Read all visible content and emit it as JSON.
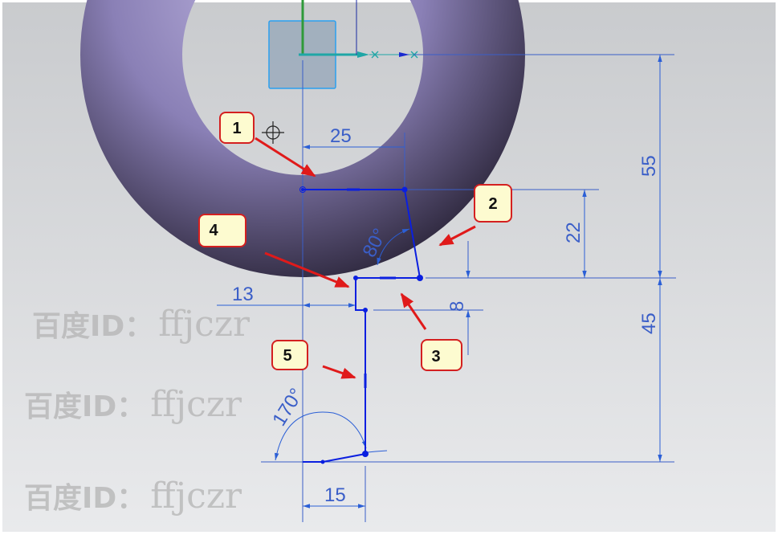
{
  "dimensions": {
    "d25": "25",
    "d55": "55",
    "d22": "22",
    "d8": "8",
    "d13": "13",
    "d45": "45",
    "d15": "15",
    "a80": "80°",
    "a170": "170°"
  },
  "callouts": [
    "1",
    "2",
    "3",
    "4",
    "5"
  ],
  "watermark": {
    "prefix": "百度ID：",
    "id": "ffjczr"
  },
  "colors": {
    "sketch": "#0a1fe0",
    "dimension": "#3a5ec8",
    "torus": "#7f74a8",
    "callout_fill": "#fdfbd0",
    "callout_border": "#d42020",
    "arrow": "#e01a1a"
  }
}
